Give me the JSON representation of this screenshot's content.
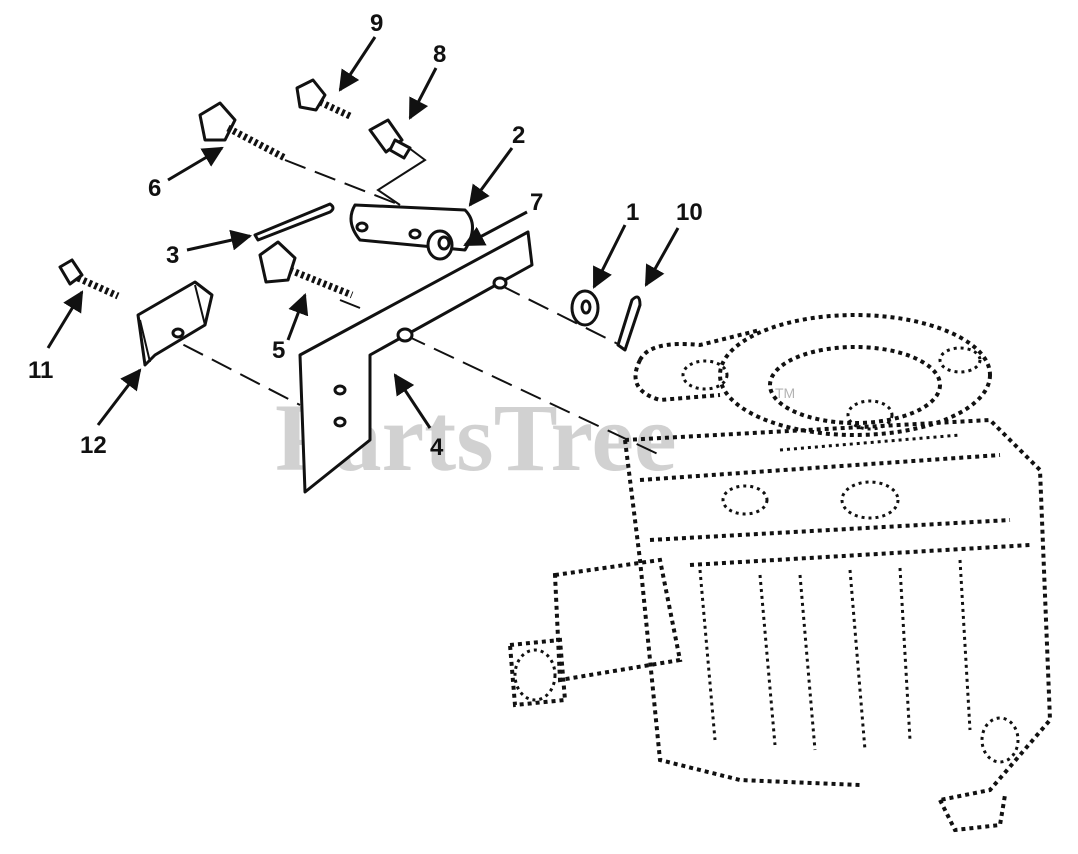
{
  "watermark": {
    "text": "PartsTree",
    "trademark": "TM"
  },
  "callouts": [
    "1",
    "2",
    "3",
    "4",
    "5",
    "6",
    "7",
    "8",
    "9",
    "10",
    "11",
    "12"
  ],
  "colors": {
    "line": "#111111",
    "background": "#ffffff",
    "watermark": "#bfbfbf"
  }
}
